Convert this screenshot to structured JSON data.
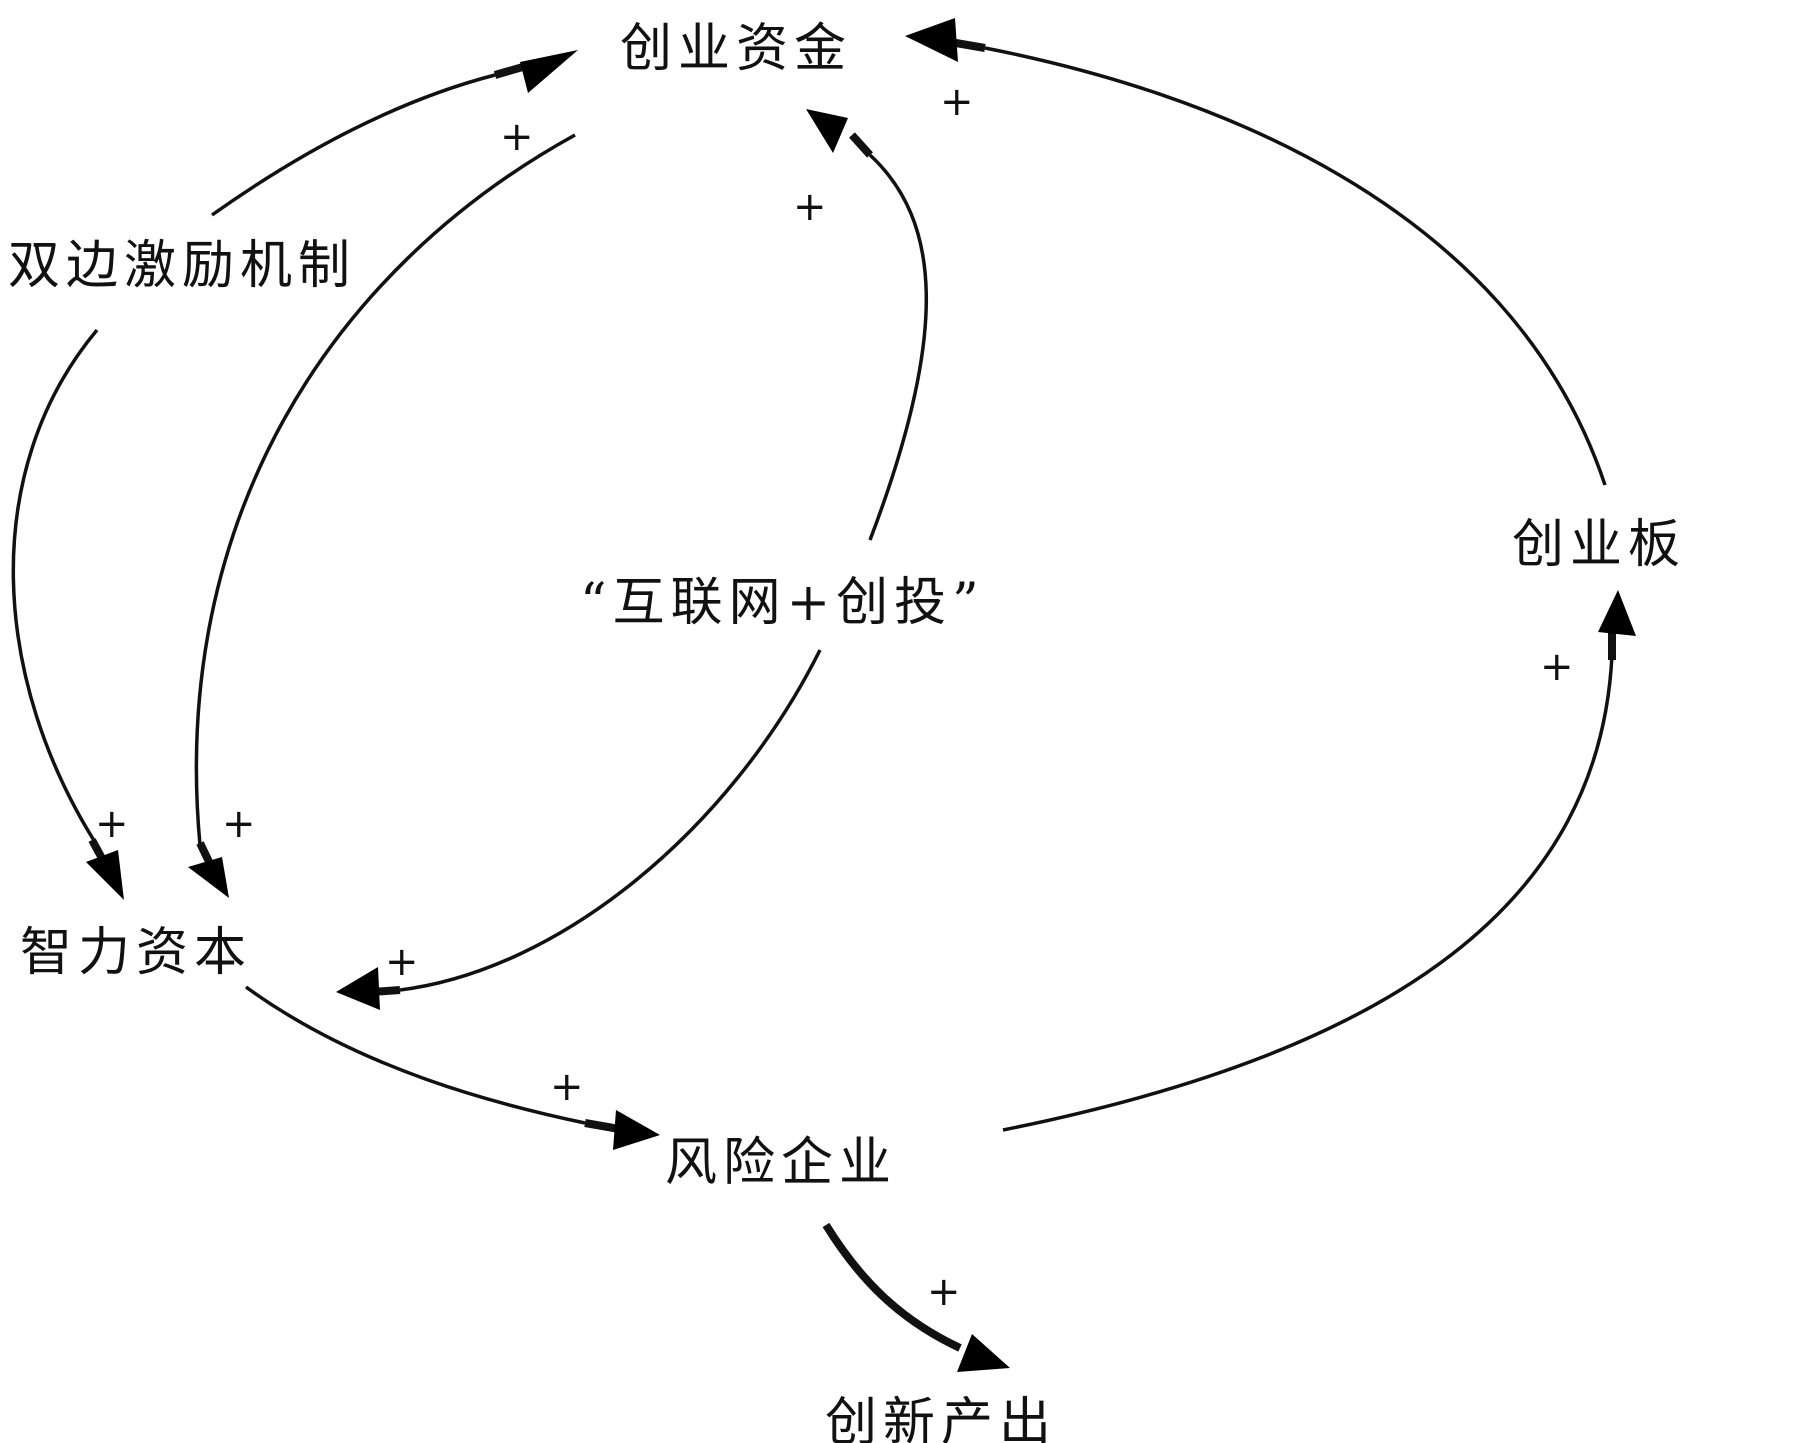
{
  "nodes": {
    "startup_funds": "创业资金",
    "dual_incentive": "双边激励机制",
    "internet_vc": "“互联网+创投”",
    "growth_board": "创业板",
    "intellectual_capital": "智力资本",
    "venture_firms": "风险企业",
    "innovation_output": "创新产出"
  },
  "links": [
    {
      "from": "dual_incentive",
      "to": "startup_funds",
      "polarity": "+"
    },
    {
      "from": "dual_incentive",
      "to": "intellectual_capital",
      "polarity": "+"
    },
    {
      "from": "startup_funds",
      "to": "intellectual_capital",
      "polarity": "+"
    },
    {
      "from": "internet_vc",
      "to": "startup_funds",
      "polarity": "+"
    },
    {
      "from": "internet_vc",
      "to": "intellectual_capital",
      "polarity": "+"
    },
    {
      "from": "growth_board",
      "to": "startup_funds",
      "polarity": "+"
    },
    {
      "from": "intellectual_capital",
      "to": "venture_firms",
      "polarity": "+"
    },
    {
      "from": "venture_firms",
      "to": "growth_board",
      "polarity": "+"
    },
    {
      "from": "venture_firms",
      "to": "innovation_output",
      "polarity": "+"
    }
  ]
}
